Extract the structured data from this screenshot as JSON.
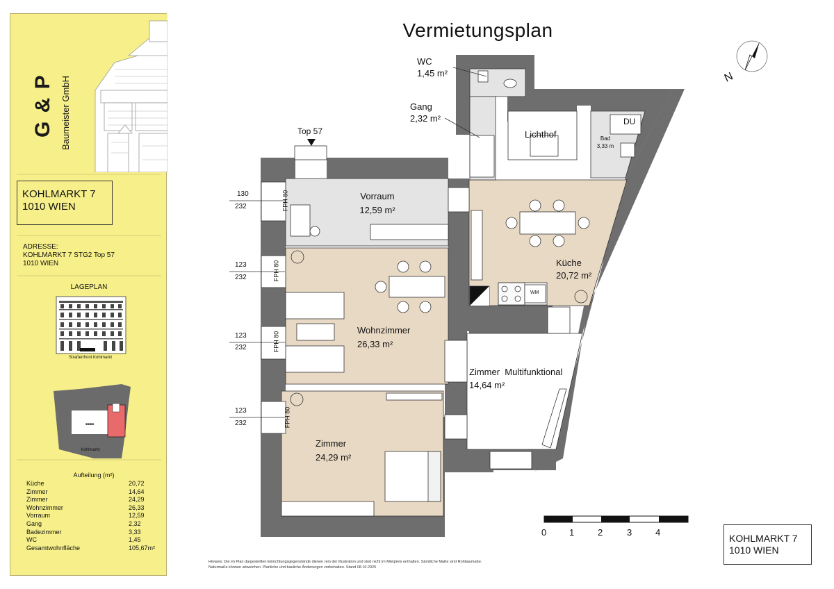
{
  "brand": {
    "name": "G & P",
    "subtitle": "Baumeister GmbH"
  },
  "location_box": {
    "line1": "KOHLMARKT 7",
    "line2": "1010 WIEN"
  },
  "address": {
    "heading": "ADRESSE:",
    "line1": "KOHLMARKT 7 STG2 Top 57",
    "line2": "1010 WIEN"
  },
  "lageplan": {
    "title": "LAGEPLAN",
    "facade_caption": "Straßenfront Kohlmarkt",
    "map_caption": "Kohlmarkt"
  },
  "aufteilung": {
    "title": "Aufteilung (m²)",
    "rows": [
      {
        "name": "Küche",
        "value": "20,72"
      },
      {
        "name": "Zimmer",
        "value": "14,64"
      },
      {
        "name": "Zimmer",
        "value": "24,29"
      },
      {
        "name": "Wohnzimmer",
        "value": "26,33"
      },
      {
        "name": "Vorraum",
        "value": "12,59"
      },
      {
        "name": "Gang",
        "value": "2,32"
      },
      {
        "name": "Badezimmer",
        "value": "3,33"
      },
      {
        "name": "WC",
        "value": "1,45"
      },
      {
        "name": "Gesamtwohnfläche",
        "value": "105,67m²"
      }
    ]
  },
  "plan": {
    "title": "Vermietungsplan",
    "entrance": "Top 57",
    "north": "N",
    "rooms": {
      "wc": {
        "name": "WC",
        "area": "1,45 m²"
      },
      "gang": {
        "name": "Gang",
        "area": "2,32 m²"
      },
      "lichthof": {
        "name": "Lichthof"
      },
      "du": {
        "name": "DU"
      },
      "bad": {
        "name": "Bad",
        "area": "3,33 m"
      },
      "vorraum": {
        "name": "Vorraum",
        "area": "12,59 m²"
      },
      "kueche": {
        "name": "Küche",
        "area": "20,72 m²"
      },
      "wohnzimmer": {
        "name": "Wohnzimmer",
        "area": "26,33 m²"
      },
      "multi": {
        "name": "Zimmer  Multifunktional",
        "area": "14,64 m²"
      },
      "zimmer": {
        "name": "Zimmer",
        "area": "24,29 m²"
      },
      "wm": {
        "name": "WM"
      }
    },
    "windows": [
      {
        "top": "130",
        "bottom": "232",
        "fph": "FPH 80"
      },
      {
        "top": "123",
        "bottom": "232",
        "fph": "FPH 80"
      },
      {
        "top": "123",
        "bottom": "232",
        "fph": "FPH 80"
      },
      {
        "top": "123",
        "bottom": "232",
        "fph": "FPH 80"
      }
    ],
    "scale_labels": [
      "0",
      "1",
      "2",
      "3",
      "4"
    ]
  },
  "disclaimer": "Hinweis: Die im Plan dargestellten Einrichtungsgegenstände dienen rein der Illustration und sind nicht im Mietpreis enthalten. Sämtliche Maße sind Rohbaumaße. Naturmaße können abweichen. Planliche und bauliche Änderungen vorbehalten. Stand 08.10.2025",
  "bottom_box": {
    "line1": "KOHLMARKT 7",
    "line2": "1010 WIEN"
  },
  "colors": {
    "sidebar": "#f7f08a",
    "room_fill": "#e8d9c4",
    "wall": "#6e6e6e",
    "corridor": "#e4e4e4",
    "highlight": "#e86a6a"
  }
}
